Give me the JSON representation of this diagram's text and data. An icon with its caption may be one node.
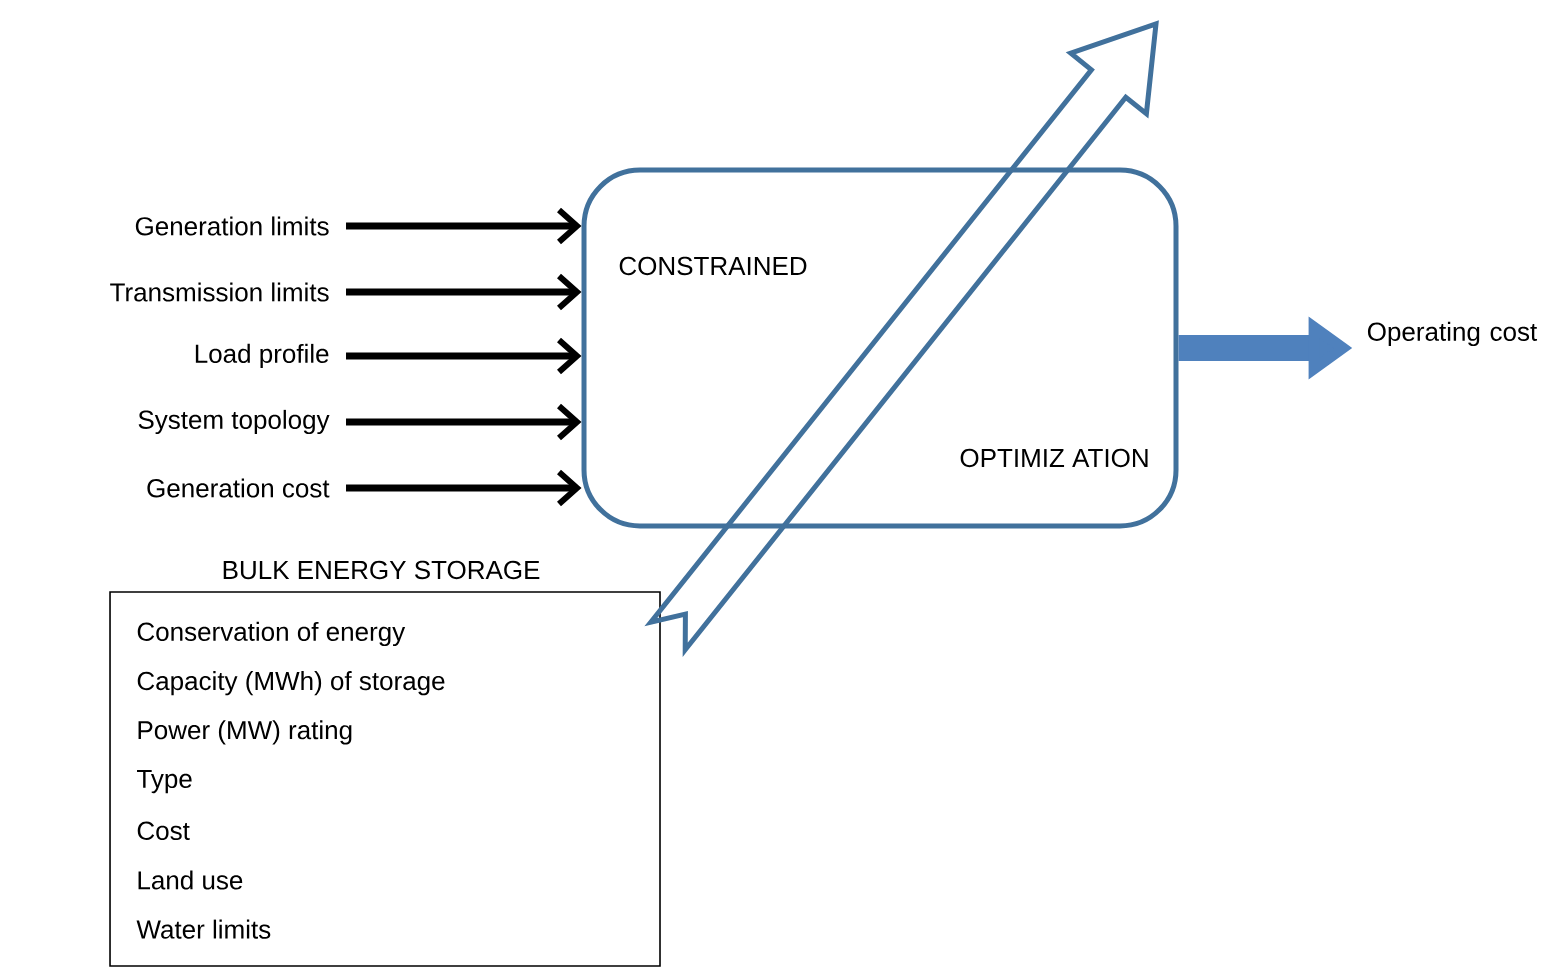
{
  "diagram": {
    "nodes": [
      {
        "text": [
          "Generation limits"
        ]
      },
      {
        "text": [
          "Transmission limits"
        ]
      },
      {
        "text": [
          "Load profile"
        ]
      },
      {
        "text": [
          "System topology"
        ]
      },
      {
        "text": [
          "Generation cost"
        ]
      },
      {
        "text": [
          "CONSTRAINED",
          "OPTIMIZ ATION"
        ]
      },
      {
        "text": [
          "Operating cost"
        ]
      },
      {
        "text": [
          "BULK ENERGY STORAGE",
          "Conservation of energy",
          "Capacity (MWh) of storage",
          "Power (MW) rating",
          "Type",
          "Cost",
          "Land use",
          "Water limits"
        ]
      }
    ],
    "edges": [
      {
        "from": 0,
        "to": 5,
        "arrow": "to"
      },
      {
        "from": 1,
        "to": 5,
        "arrow": "to"
      },
      {
        "from": 2,
        "to": 5,
        "arrow": "to"
      },
      {
        "from": 3,
        "to": 5,
        "arrow": "to"
      },
      {
        "from": 4,
        "to": 5,
        "arrow": "to"
      },
      {
        "from": 5,
        "to": 6,
        "arrow": "to",
        "style": "thick",
        "color": "#4f81bd"
      },
      {
        "from": 7,
        "to": null,
        "arrow": "to",
        "style": "thick",
        "color": "#41719c"
      }
    ]
  }
}
